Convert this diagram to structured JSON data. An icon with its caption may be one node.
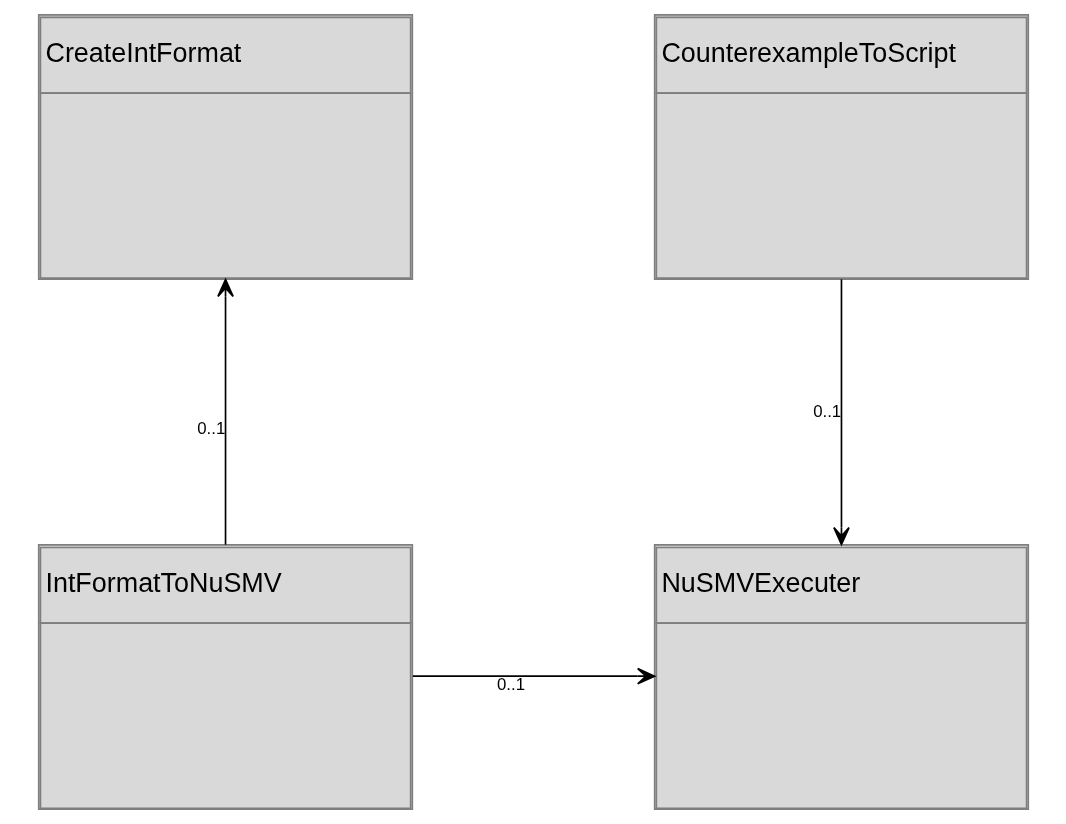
{
  "diagram": {
    "nodes": [
      {
        "text": [
          "CreateIntFormat"
        ]
      },
      {
        "text": [
          "CounterexampleToScript"
        ]
      },
      {
        "text": [
          "IntFormatToNuSMV"
        ]
      },
      {
        "text": [
          "NuSMVExecuter"
        ]
      }
    ],
    "edges": [
      {
        "from": 2,
        "to": 0,
        "arrow": "to",
        "label": "0..1"
      },
      {
        "from": 2,
        "to": 3,
        "arrow": "to",
        "label": "0..1"
      },
      {
        "from": 1,
        "to": 3,
        "arrow": "to",
        "label": "0..1"
      }
    ]
  }
}
